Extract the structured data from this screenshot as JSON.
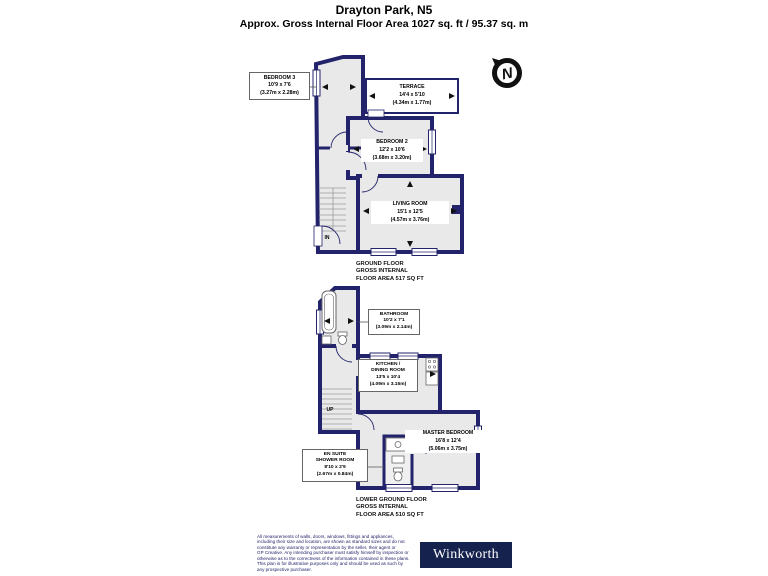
{
  "header": {
    "title": "Drayton Park, N5",
    "subtitle": "Approx. Gross Internal Floor Area 1027 sq. ft / 95.37 sq. m"
  },
  "compass": {
    "label": "N"
  },
  "ground_floor": {
    "rooms": {
      "bedroom3": {
        "name": "BEDROOM 3",
        "imperial": "10'9 x 7'6",
        "metric": "(3.27m x 2.28m)"
      },
      "terrace": {
        "name": "TERRACE",
        "imperial": "14'4 x 5'10",
        "metric": "(4.34m x 1.77m)"
      },
      "bedroom2": {
        "name": "BEDROOM 2",
        "imperial": "12'2 x 10'6",
        "metric": "(3.68m x 3.20m)"
      },
      "living_room": {
        "name": "LIVING ROOM",
        "imperial": "15'1 x 12'5",
        "metric": "(4.57m x 3.76m)"
      }
    },
    "in_label": "IN",
    "label": [
      "GROUND FLOOR",
      "GROSS INTERNAL",
      "FLOOR AREA 517 SQ FT"
    ]
  },
  "lower_ground_floor": {
    "rooms": {
      "bathroom": {
        "name": "BATHROOM",
        "imperial": "10'2 x 7'1",
        "metric": "(3.09m x 2.14m)"
      },
      "kitchen_dining": {
        "name_line1": "KITCHEN /",
        "name_line2": "DINING ROOM",
        "imperial": "13'5 x 10'4",
        "metric": "(4.09m x 3.15m)"
      },
      "master_bedroom": {
        "name": "MASTER BEDROOM",
        "imperial": "16'8 x 12'4",
        "metric": "(5.06m x 3.75m)"
      },
      "en_suite": {
        "name_line1": "EN SUITE",
        "name_line2": "SHOWER ROOM",
        "imperial": "8'10 x 2'9",
        "metric": "(2.67m x 0.84m)"
      }
    },
    "up_label": "UP",
    "label": [
      "LOWER GROUND FLOOR",
      "GROSS INTERNAL",
      "FLOOR AREA 510 SQ FT"
    ]
  },
  "disclaimer": {
    "lines": [
      "All measurements of walls, doors, windows, fittings and appliances,",
      "including their size and location, are shown as standard sizes and do not",
      "constitute any warranty or representation by the seller, their agent or",
      "GP Creative. Any intending purchaser must satisfy himself by inspection or",
      "otherwise as to the correctness of the information contained in these plans.",
      "This plan is for illustrative purposes only and should be used as such by",
      "any prospective purchaser."
    ]
  },
  "logo": {
    "text": "Winkworth"
  },
  "colors": {
    "wall": "#23236B",
    "floor_fill": "#E9E9E9",
    "logo_background": "#16224E",
    "disclaimer_text": "#23236B"
  }
}
